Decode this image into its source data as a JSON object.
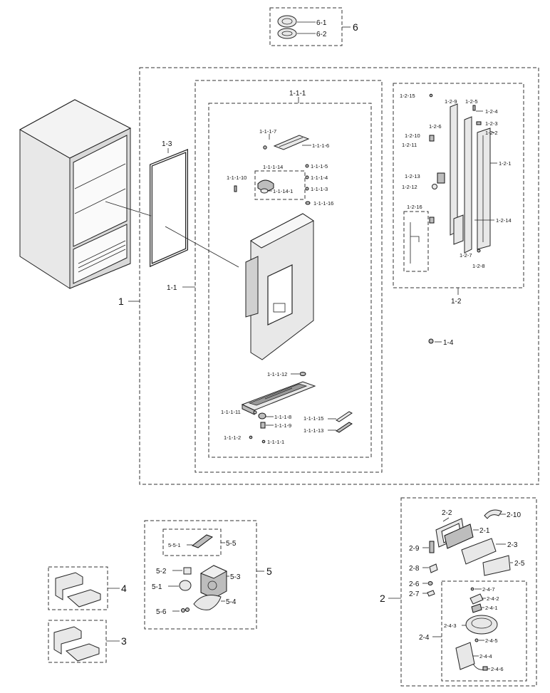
{
  "labels": {
    "g6": "6",
    "p6_1": "6-1",
    "p6_2": "6-2",
    "g1": "1",
    "p1_1": "1-1",
    "p1_1_1": "1-1-1",
    "p1_2": "1-2",
    "p1_3": "1-3",
    "p1_4": "1-4",
    "p1_1_1_1": "1-1-1-1",
    "p1_1_1_2": "1-1-1-2",
    "p1_1_1_3": "1-1-1-3",
    "p1_1_1_4": "1-1-1-4",
    "p1_1_1_5": "1-1-1-5",
    "p1_1_1_6": "1-1-1-6",
    "p1_1_1_7": "1-1-1-7",
    "p1_1_1_8": "1-1-1-8",
    "p1_1_1_9": "1-1-1-9",
    "p1_1_1_10": "1-1-1-10",
    "p1_1_1_11": "1-1-1-11",
    "p1_1_1_12": "1-1-1-12",
    "p1_1_1_13": "1-1-1-13",
    "p1_1_1_14": "1-1-1-14",
    "p1_1_1_14_1": "1-1-14-1",
    "p1_1_1_15": "1-1-1-15",
    "p1_1_1_16": "1-1-1-16",
    "p1_2_1": "1-2-1",
    "p1_2_2": "1-2-2",
    "p1_2_3": "1-2-3",
    "p1_2_4": "1-2-4",
    "p1_2_5": "1-2-5",
    "p1_2_6": "1-2-6",
    "p1_2_7": "1-2-7",
    "p1_2_8": "1-2-8",
    "p1_2_9": "1-2-9",
    "p1_2_10": "1-2-10",
    "p1_2_11": "1-2-11",
    "p1_2_12": "1-2-12",
    "p1_2_13": "1-2-13",
    "p1_2_14": "1-2-14",
    "p1_2_15": "1-2-15",
    "p1_2_16": "1-2-16",
    "g2": "2",
    "p2_1": "2-1",
    "p2_2": "2-2",
    "p2_3": "2-3",
    "p2_4": "2-4",
    "p2_5": "2-5",
    "p2_6": "2-6",
    "p2_7": "2-7",
    "p2_8": "2-8",
    "p2_9": "2-9",
    "p2_10": "2-10",
    "p2_4_1": "2-4-1",
    "p2_4_2": "2-4-2",
    "p2_4_3": "2-4-3",
    "p2_4_4": "2-4-4",
    "p2_4_5": "2-4-5",
    "p2_4_6": "2-4-6",
    "p2_4_7": "2-4-7",
    "g3": "3",
    "g4": "4",
    "g5": "5",
    "p5_1": "5-1",
    "p5_2": "5-2",
    "p5_3": "5-3",
    "p5_4": "5-4",
    "p5_5": "5-5",
    "p5_5_1": "5-5-1",
    "p5_6": "5-6"
  }
}
